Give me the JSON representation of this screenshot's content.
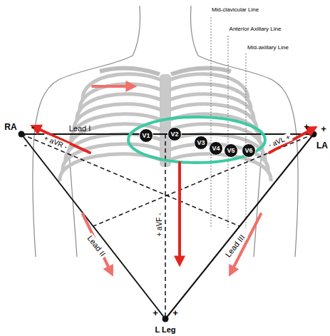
{
  "diagram": {
    "nodes": [
      {
        "text": [
          "V1"
        ]
      },
      {
        "text": [
          "V2"
        ]
      },
      {
        "text": [
          "V3"
        ]
      },
      {
        "text": [
          "V4"
        ]
      },
      {
        "text": [
          "V5"
        ]
      },
      {
        "text": [
          "V6"
        ]
      }
    ],
    "labels": [
      "Mid-clavicular Line",
      "Anterior Axillary Line",
      "Mid-axillary Line",
      "RA",
      "-",
      "-",
      "LA",
      "+",
      "+",
      "Lead I",
      "+ aVR -",
      "- aVL +",
      "+ aVF -",
      "Lead II",
      "Lead III",
      "+",
      "+",
      "L Leg"
    ]
  }
}
